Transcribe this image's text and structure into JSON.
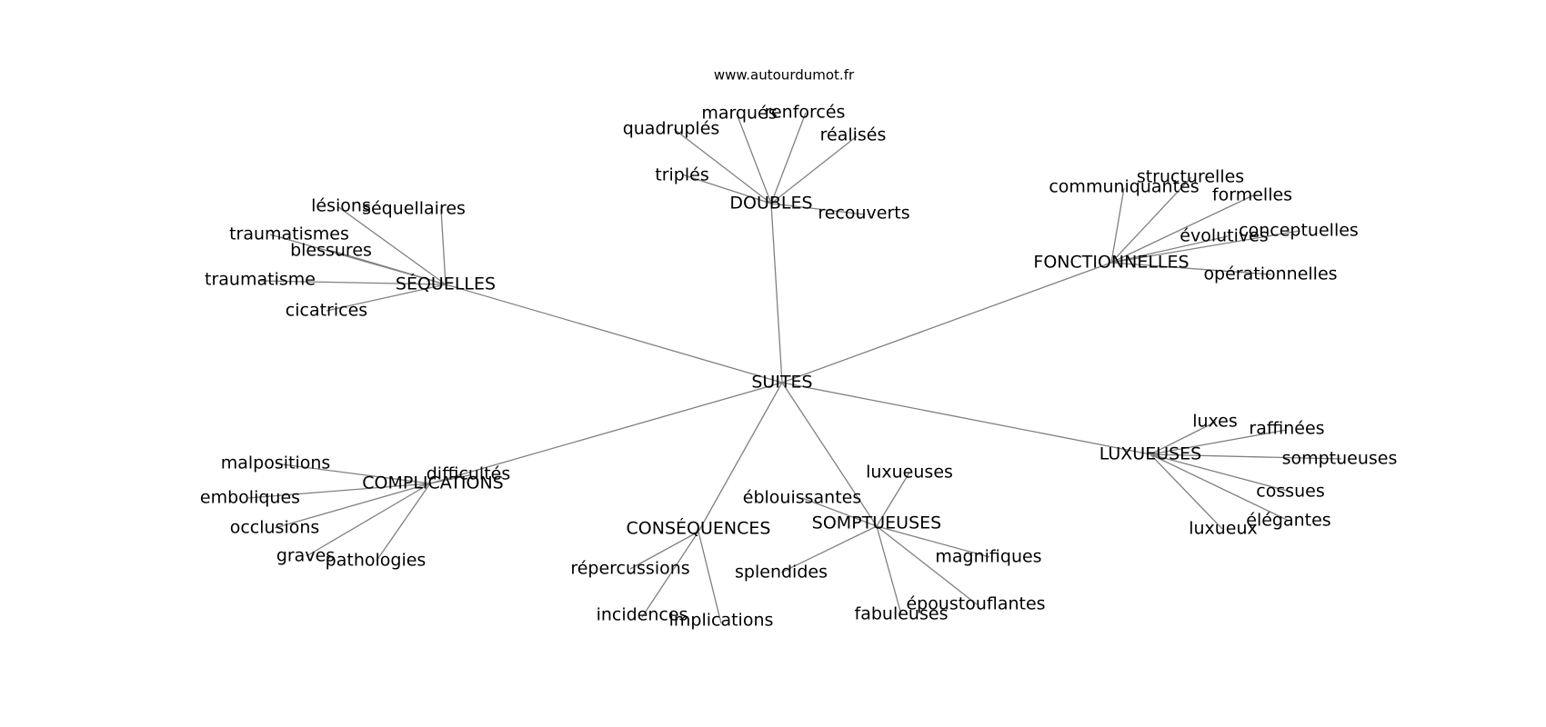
{
  "site_label": "www.autourdumot.fr",
  "center": {
    "word": "SUITES"
  },
  "clusters": [
    {
      "word": "DOUBLES",
      "neighbors": [
        "quadruplés",
        "marqués",
        "renforcés",
        "réalisés",
        "triplés",
        "recouverts"
      ]
    },
    {
      "word": "SÉQUELLES",
      "neighbors": [
        "lésions",
        "séquellaires",
        "traumatismes",
        "blessures",
        "traumatisme",
        "cicatrices"
      ]
    },
    {
      "word": "FONCTIONNELLES",
      "neighbors": [
        "communiquantes",
        "structurelles",
        "formelles",
        "évolutives",
        "conceptuelles",
        "opérationnelles"
      ]
    },
    {
      "word": "LUXUEUSES",
      "neighbors": [
        "luxes",
        "raffinées",
        "somptueuses",
        "cossues",
        "élégantes",
        "luxueux"
      ]
    },
    {
      "word": "COMPLICATIONS",
      "neighbors": [
        "malpositions",
        "difficultés",
        "emboliques",
        "occlusions",
        "graves",
        "pathologies"
      ]
    },
    {
      "word": "CONSÉQUENCES",
      "neighbors": [
        "répercussions",
        "incidences",
        "implications"
      ]
    },
    {
      "word": "SOMPTUEUSES",
      "neighbors": [
        "luxueuses",
        "éblouissantes",
        "magnifiques",
        "splendides",
        "époustouflantes",
        "fabuleuses"
      ]
    }
  ]
}
